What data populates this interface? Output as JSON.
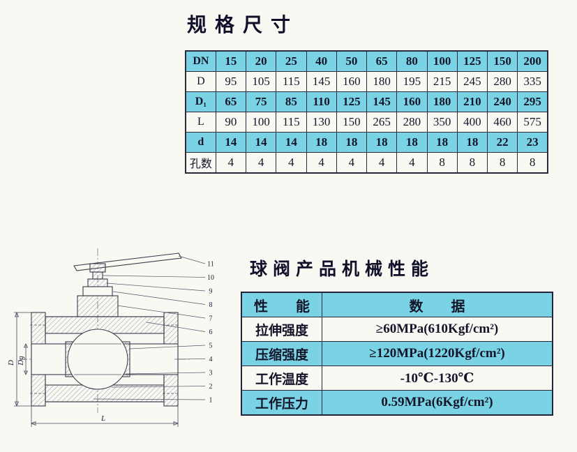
{
  "titles": {
    "spec": "规格尺寸",
    "perf": "球阀产品机械性能"
  },
  "colors": {
    "highlight_cyan": "#79d3e5",
    "paper": "#f9f8f2",
    "border": "#23233a"
  },
  "spec_table": {
    "rows": [
      {
        "label": "DN",
        "highlight": true,
        "values": [
          "15",
          "20",
          "25",
          "40",
          "50",
          "65",
          "80",
          "100",
          "125",
          "150",
          "200"
        ]
      },
      {
        "label": "D",
        "highlight": false,
        "values": [
          "95",
          "105",
          "115",
          "145",
          "160",
          "180",
          "195",
          "215",
          "245",
          "280",
          "335"
        ]
      },
      {
        "label": "D₁",
        "highlight": true,
        "values": [
          "65",
          "75",
          "85",
          "110",
          "125",
          "145",
          "160",
          "180",
          "210",
          "240",
          "295"
        ]
      },
      {
        "label": "L",
        "highlight": false,
        "values": [
          "90",
          "100",
          "115",
          "130",
          "150",
          "265",
          "280",
          "350",
          "400",
          "460",
          "575"
        ]
      },
      {
        "label": "d",
        "highlight": true,
        "values": [
          "14",
          "14",
          "14",
          "18",
          "18",
          "18",
          "18",
          "18",
          "18",
          "22",
          "23"
        ]
      },
      {
        "label": "孔数",
        "highlight": false,
        "values": [
          "4",
          "4",
          "4",
          "4",
          "4",
          "4",
          "4",
          "8",
          "8",
          "8",
          "8"
        ]
      }
    ]
  },
  "perf_table": {
    "header": {
      "col1": "性　　能",
      "col2": "数　　据"
    },
    "rows": [
      {
        "label": "拉伸强度",
        "value": "≥60MPa(610Kgf/cm²)",
        "highlight": false
      },
      {
        "label": "压缩强度",
        "value": "≥120MPa(1220Kgf/cm²)",
        "highlight": true
      },
      {
        "label": "工作温度",
        "value": "-10℃-130℃",
        "highlight": false
      },
      {
        "label": "工作压力",
        "value": "0.59MPa(6Kgf/cm²)",
        "highlight": true
      }
    ]
  },
  "drawing": {
    "part_numbers": [
      "11",
      "10",
      "9",
      "8",
      "7",
      "6",
      "5",
      "4",
      "3",
      "2",
      "1"
    ],
    "dim_labels": [
      "D",
      "Dg",
      "L"
    ]
  }
}
